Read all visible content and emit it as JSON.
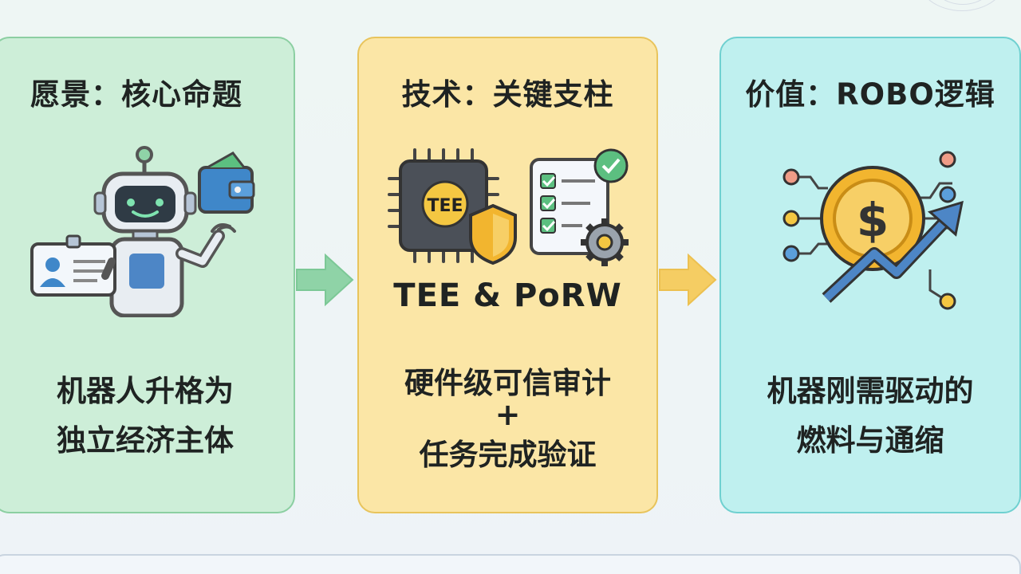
{
  "panels": [
    {
      "id": "vision",
      "title": "愿景：核心命题",
      "desc_line1": "机器人升格为",
      "desc_line2": "独立经济主体",
      "icon": "robot-with-id-card-and-wallet-icon"
    },
    {
      "id": "tech",
      "title": "技术：关键支柱",
      "label": "TEE & PoRW",
      "line1": "硬件级可信审计",
      "plus": "+",
      "line2": "任务完成验证",
      "chip_text": "TEE",
      "icon": "tee-chip-and-checklist-icon"
    },
    {
      "id": "value",
      "title": "价值：ROBO逻辑",
      "desc_line1": "机器刚需驱动的",
      "desc_line2": "燃料与通缩",
      "coin_symbol": "$",
      "icon": "coin-with-rising-arrow-icon"
    }
  ],
  "colors": {
    "vision_bg": "#cdeed8",
    "tech_bg": "#fbe6a6",
    "value_bg": "#bff0ef",
    "arrow_green": "#8fd3a7",
    "arrow_yellow": "#f5cd63",
    "accent_blue": "#3f87c9",
    "coin_gold": "#f2b52f"
  }
}
